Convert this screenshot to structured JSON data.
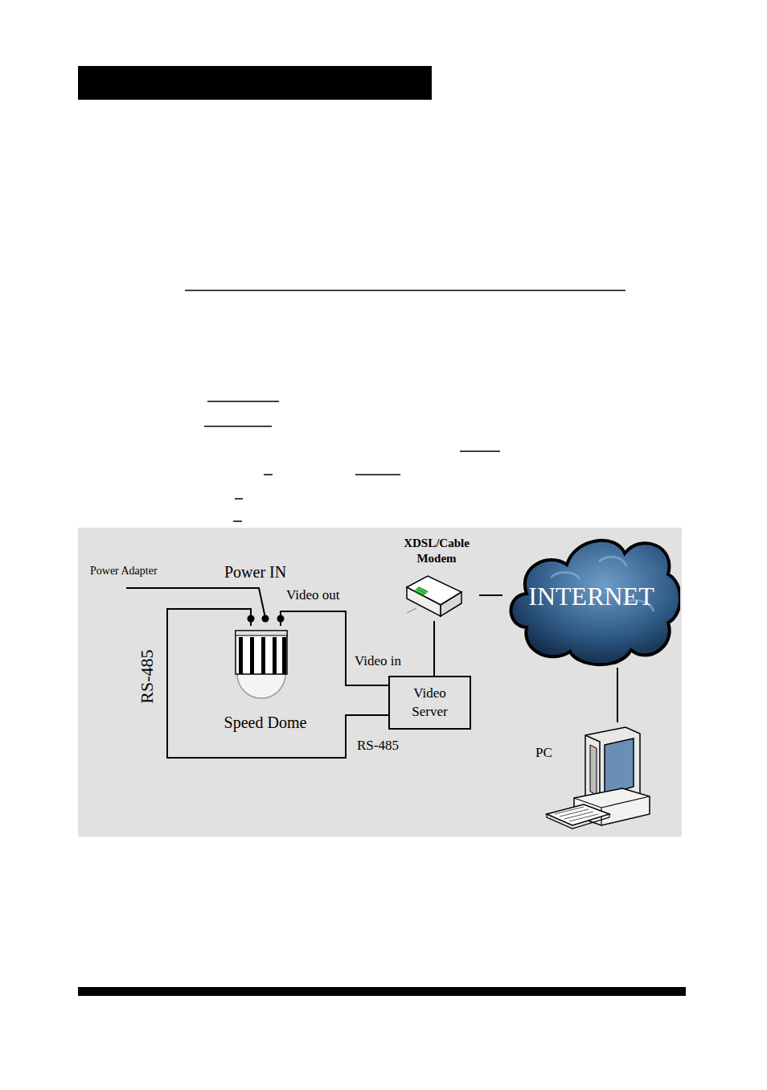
{
  "diagram": {
    "nodes": [
      {
        "text": [
          "XDSL/Cable Modem"
        ]
      },
      {
        "text": [
          "INTERNET"
        ]
      },
      {
        "text": [
          "Speed Dome"
        ]
      },
      {
        "text": [
          "Video Server"
        ]
      },
      {
        "text": [
          "PC"
        ]
      }
    ],
    "edges": [
      {
        "from": 2,
        "to": 3,
        "label": "Video in",
        "arrow": "none"
      },
      {
        "from": 2,
        "to": 3,
        "label": "RS-485",
        "arrow": "none"
      },
      {
        "from": 0,
        "to": 3,
        "arrow": "none"
      },
      {
        "from": 0,
        "to": 1,
        "arrow": "none"
      },
      {
        "from": 1,
        "to": 4,
        "arrow": "none"
      }
    ],
    "labels": [
      "Power Adapter",
      "Power IN",
      "Video out",
      "RS-485"
    ]
  }
}
